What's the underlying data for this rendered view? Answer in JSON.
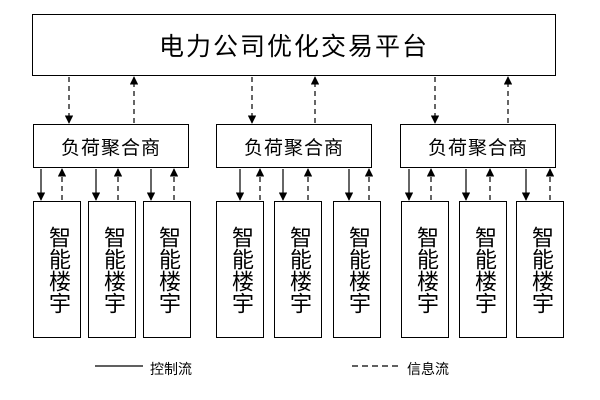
{
  "platform": {
    "label": "电力公司优化交易平台"
  },
  "aggregators": [
    {
      "label": "负荷聚合商",
      "buildings": [
        "智能楼宇",
        "智能楼宇",
        "智能楼宇"
      ]
    },
    {
      "label": "负荷聚合商",
      "buildings": [
        "智能楼宇",
        "智能楼宇",
        "智能楼宇"
      ]
    },
    {
      "label": "负荷聚合商",
      "buildings": [
        "智能楼宇",
        "智能楼宇",
        "智能楼宇"
      ]
    }
  ],
  "legend": {
    "control_flow": {
      "label": "控制流",
      "line_style": "solid"
    },
    "info_flow": {
      "label": "信息流",
      "line_style": "dashed"
    }
  },
  "colors": {
    "stroke": "#000000",
    "background": "#ffffff"
  }
}
